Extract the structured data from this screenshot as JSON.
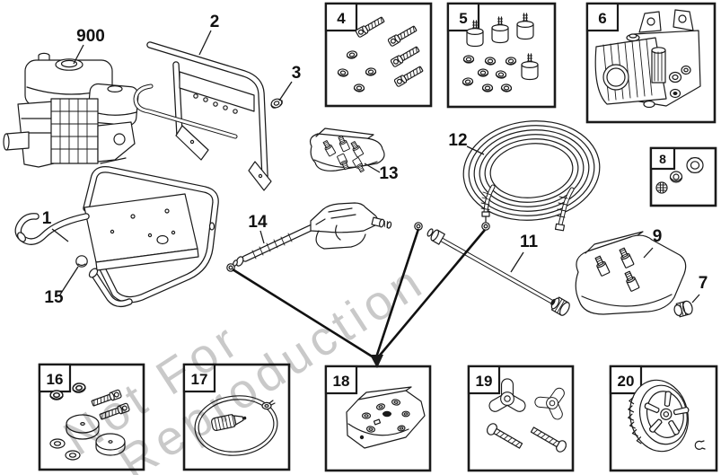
{
  "watermark": {
    "line1": "Not For",
    "line2": "Reproduction"
  },
  "colors": {
    "line": "#1a1a1a",
    "watermark": "#c9c9c9",
    "background": "#ffffff"
  },
  "callouts": {
    "engine": "900",
    "frame": "1",
    "handle": "2",
    "grommet": "3",
    "bolt_kit_box": "4",
    "mount_kit_box": "5",
    "pump_box": "6",
    "coupler": "7",
    "inlet_kit_box": "8",
    "nozzle_bag": "9",
    "lance": "11",
    "hose": "12",
    "fitting_bag": "13",
    "spray_gun": "14",
    "plug": "15",
    "foot_kit_box": "16",
    "siphon_kit_box": "17",
    "oring_kit_box": "18",
    "knob_kit_box": "19",
    "wheel_box": "20"
  }
}
